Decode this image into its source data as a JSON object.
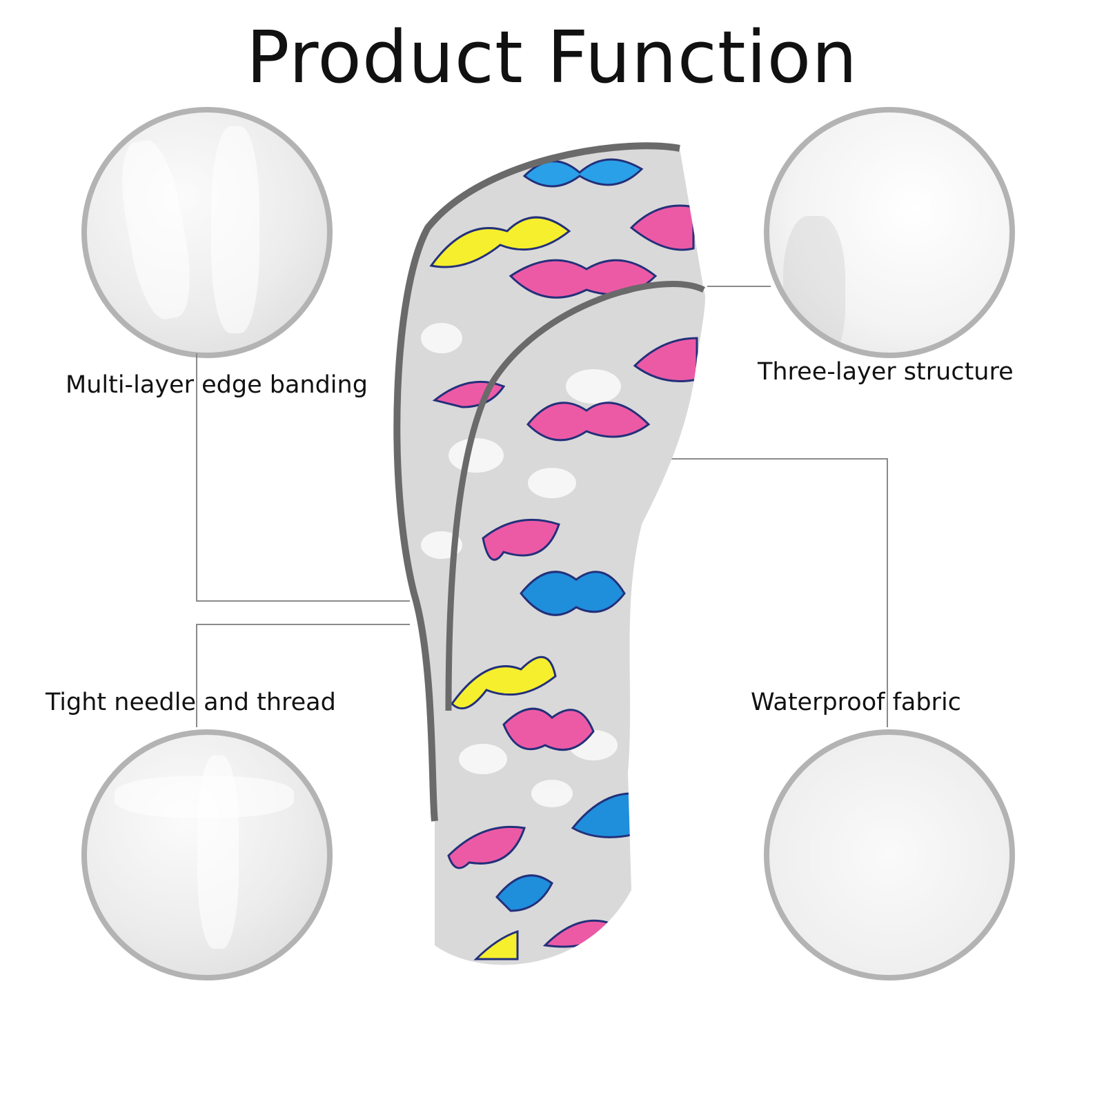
{
  "title": "Product Function",
  "features": [
    {
      "label": "Multi-layer edge banding"
    },
    {
      "label": "Three-layer structure"
    },
    {
      "label": "Tight needle and thread"
    },
    {
      "label": "Waterproof fabric"
    }
  ],
  "colors": {
    "pink": "#e8569f",
    "yellow": "#f4ec2a",
    "blue": "#1f8fdc",
    "trim": "#6a6a6a",
    "base": "#d9d9d9"
  }
}
